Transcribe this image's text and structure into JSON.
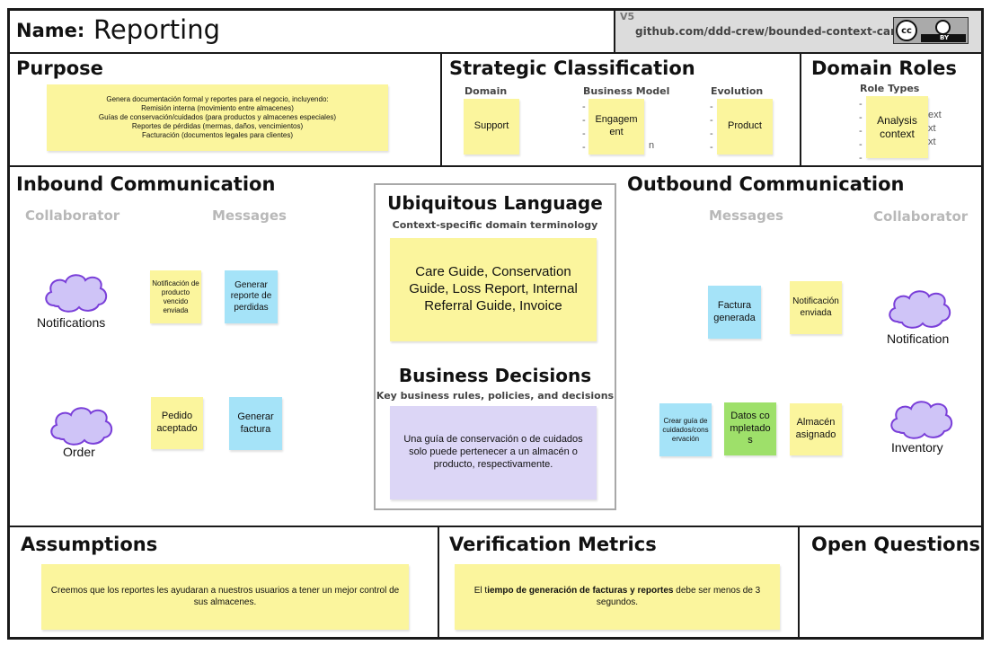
{
  "header": {
    "name_label": "Name:",
    "name_value": "Reporting",
    "version": "V5",
    "repo": "github.com/ddd-crew/bounded-context-canvas",
    "license_cc": "cc",
    "license_by": "BY"
  },
  "purpose": {
    "title": "Purpose",
    "lines": [
      "Genera documentación formal y reportes para el negocio, incluyendo:",
      "Remisión interna (movimiento entre almacenes)",
      "Guías de conservación/cuidados (para productos y almacenes especiales)",
      "Reportes de pérdidas (mermas, daños, vencimientos)",
      "Facturación (documentos legales para clientes)"
    ]
  },
  "strategic": {
    "title": "Strategic Classification",
    "domain_label": "Domain",
    "business_model_label": "Business Model",
    "evolution_label": "Evolution",
    "domain_value": "Support",
    "business_model_value": "Engagement",
    "evolution_value": "Product",
    "bm_hidden_fragment": "n"
  },
  "roles": {
    "title": "Domain Roles",
    "role_types_label": "Role Types",
    "value": "Analysis context",
    "hidden_fragments": [
      "ext",
      "xt",
      "xt"
    ]
  },
  "inbound": {
    "title": "Inbound Communication",
    "collaborator_label": "Collaborator",
    "messages_label": "Messages",
    "collaborators": [
      "Notifications",
      "Order"
    ],
    "row1": {
      "yellow": "Notificación de producto vencido enviada",
      "blue": "Generar reporte de perdidas"
    },
    "row2": {
      "yellow": "Pedido aceptado",
      "blue": "Generar factura"
    }
  },
  "ubiquitous": {
    "title": "Ubiquitous Language",
    "subtitle": "Context-specific domain terminology",
    "content": "Care Guide, Conservation Guide, Loss Report, Internal Referral Guide, Invoice"
  },
  "decisions": {
    "title": "Business Decisions",
    "subtitle": "Key business rules, policies, and decisions",
    "content": "Una guía de conservación o de cuidados solo puede pertenecer a un almacén o producto, respectivamente."
  },
  "outbound": {
    "title": "Outbound Communication",
    "messages_label": "Messages",
    "collaborator_label": "Collaborator",
    "collaborators": [
      "Notification",
      "Inventory"
    ],
    "row1": {
      "blue": "Factura generada",
      "yellow": "Notificación enviada"
    },
    "row2": {
      "blue": "Crear guía de cuidados/conservación",
      "green": "Datos completados",
      "yellow": "Almacén asignado"
    }
  },
  "assumptions": {
    "title": "Assumptions",
    "content": "Creemos que los reportes les ayudaran a nuestros usuarios a tener un mejor control de sus almacenes."
  },
  "metrics": {
    "title": "Verification Metrics",
    "content_prefix": "El t",
    "content_bold": "iempo de generación de facturas y reportes",
    "content_suffix": " debe ser menos de 3 segundos."
  },
  "open_questions": {
    "title": "Open Questions"
  },
  "colors": {
    "sticky_yellow": "#fbf59d",
    "sticky_blue": "#a5e3f8",
    "sticky_green": "#9ee06a",
    "sticky_purple": "#dcd6f6",
    "cloud_fill": "#cfc4f7",
    "cloud_stroke": "#7a3fd9",
    "header_gray": "#dcdcdc"
  }
}
